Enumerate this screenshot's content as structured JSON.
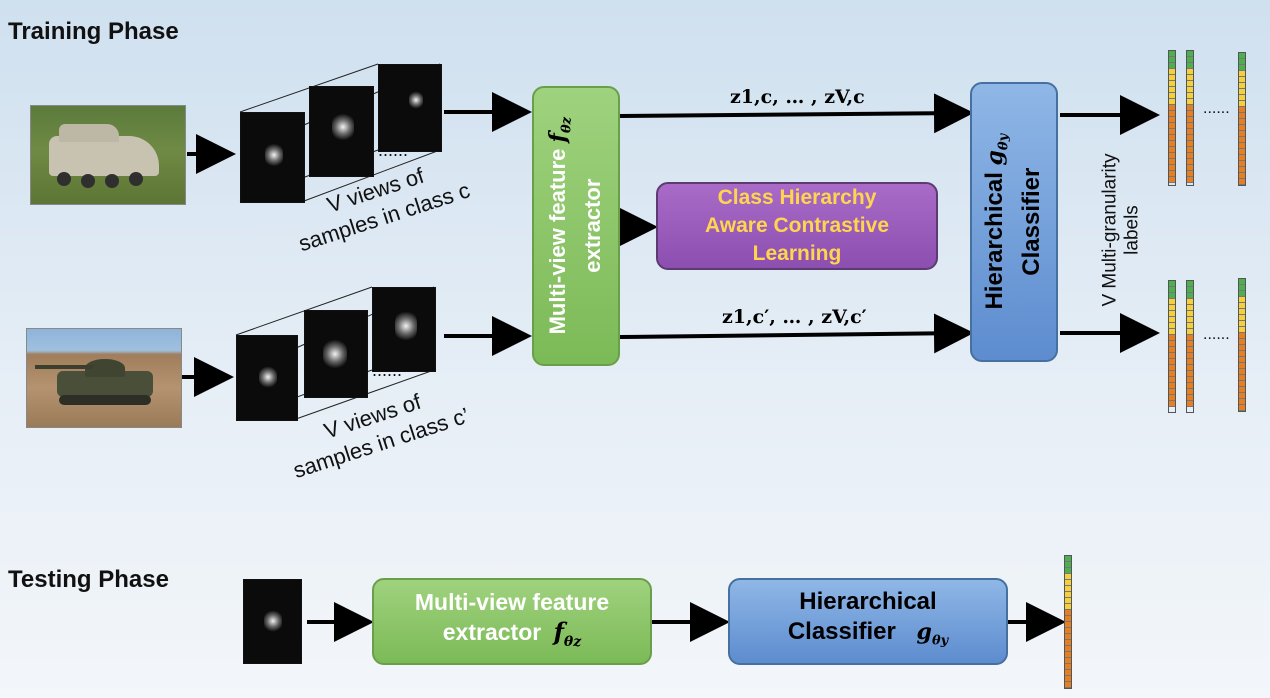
{
  "training": {
    "title": "Training Phase",
    "views_label_c_line1": "V views of",
    "views_label_c_line2": "samples in class c",
    "views_label_cp_line1": "V views of",
    "views_label_cp_line2": "samples in class c’",
    "dots": "......",
    "extractor_line1": "Multi-view feature",
    "extractor_line2": "extractor",
    "extractor_symbol": "f",
    "extractor_sub": "θz",
    "contrastive_line1": "Class Hierarchy",
    "contrastive_line2": "Aware Contrastive",
    "contrastive_line3": "Learning",
    "classifier_line1": "Hierarchical",
    "classifier_line2": "Classifier",
    "classifier_symbol": "g",
    "classifier_sub": "θy",
    "z_top": "z1,c, … , zV,c",
    "z_bottom": "z1,c′, … , zV,c′",
    "labels_line1": "V Multi-granularity",
    "labels_line2": "labels"
  },
  "testing": {
    "title": "Testing Phase",
    "extractor_line1": "Multi-view feature",
    "extractor_line2": "extractor",
    "extractor_symbol": "f",
    "extractor_sub": "θz",
    "classifier_line1": "Hierarchical",
    "classifier_line2": "Classifier",
    "classifier_symbol": "g",
    "classifier_sub": "θy"
  },
  "colors": {
    "green": "#7cba57",
    "blue": "#5d8ccf",
    "purple": "#8c4fb0",
    "purple_text": "#ffd54f",
    "bar_top": "#4caf50",
    "bar_mid": "#f4d03f",
    "bar_bottom": "#e67e22"
  }
}
